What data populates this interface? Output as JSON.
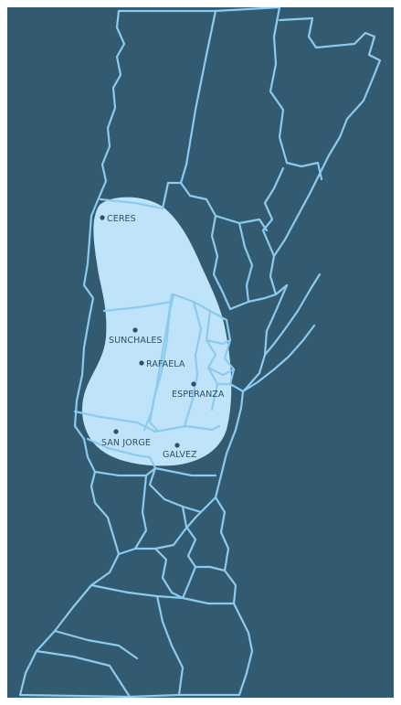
{
  "map": {
    "colors": {
      "background": "#325a70",
      "borders": "#8ccbf0",
      "highlight_region": "#bfe3f8",
      "marker": "#2f4f63",
      "label": "#2f4f63"
    },
    "cities": [
      {
        "name": "CERES"
      },
      {
        "name": "SUNCHALES"
      },
      {
        "name": "RAFAELA"
      },
      {
        "name": "ESPERANZA"
      },
      {
        "name": "SAN JORGE"
      },
      {
        "name": "GALVEZ"
      }
    ]
  }
}
